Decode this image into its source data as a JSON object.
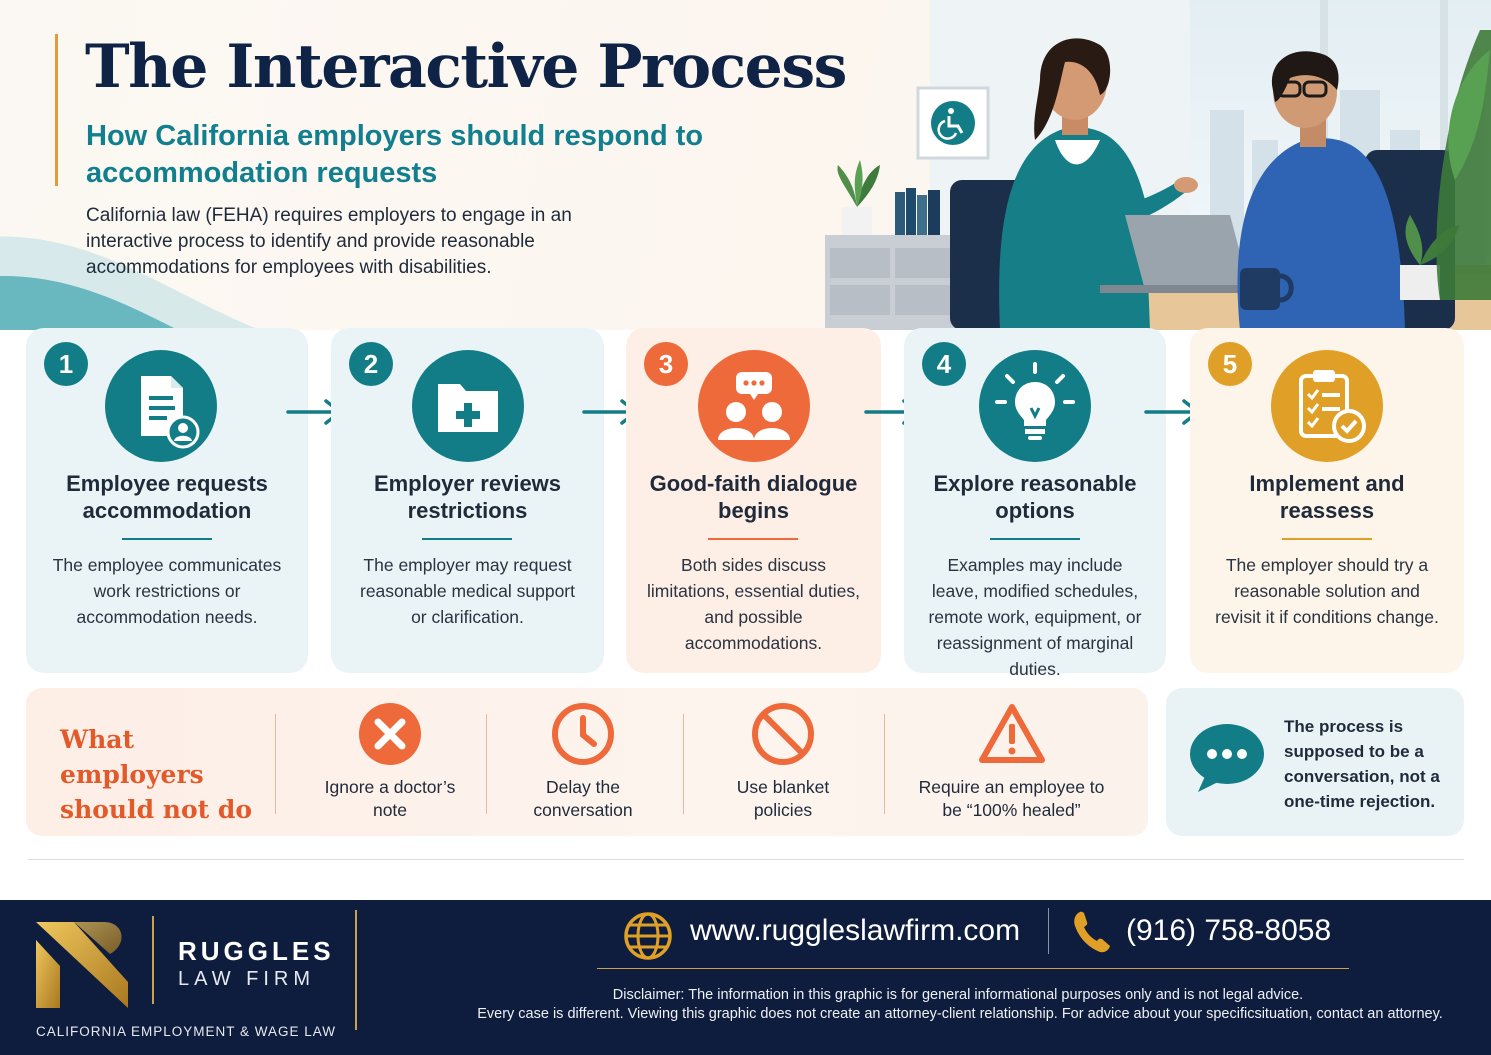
{
  "header": {
    "title": "The Interactive Process",
    "subtitle": "How California employers should respond to accommodation requests",
    "intro": "California law (FEHA) requires employers to engage in an interactive process to identify and provide reasonable accommodations for employees with disabilities."
  },
  "steps": [
    {
      "number": "1",
      "title": "Employee requests accommodation",
      "text": "The employee communicates work restrictions or accommodation needs.",
      "icon": "document-user-icon",
      "color": "#137d87"
    },
    {
      "number": "2",
      "title": "Employer reviews restrictions",
      "text": "The employer may request reasonable medical support or clarification.",
      "icon": "medical-folder-icon",
      "color": "#137d87"
    },
    {
      "number": "3",
      "title": "Good-faith dialogue begins",
      "text": "Both sides discuss limitations, essential duties, and possible accommodations.",
      "icon": "people-dialogue-icon",
      "color": "#ef6a3a"
    },
    {
      "number": "4",
      "title": "Explore reasonable options",
      "text": "Examples may include leave, modified schedules, remote work, equipment, or reassignment of marginal duties.",
      "icon": "lightbulb-icon",
      "color": "#137d87"
    },
    {
      "number": "5",
      "title": "Implement and reassess",
      "text": "The employer should try a reasonable solution and revisit it if conditions change.",
      "icon": "checklist-icon",
      "color": "#e0a028"
    }
  ],
  "dont": {
    "title": "What employers should not do",
    "items": [
      {
        "label": "Ignore a doctor’s note",
        "icon": "x-circle-icon"
      },
      {
        "label": "Delay the conversation",
        "icon": "clock-icon"
      },
      {
        "label": "Use blanket policies",
        "icon": "prohibited-icon"
      },
      {
        "label": "Require an employee to be “100% healed”",
        "icon": "warning-icon"
      }
    ]
  },
  "note": {
    "text": "The process is supposed to be a conversation, not a one-time rejection.",
    "icon": "chat-bubble-icon"
  },
  "footer": {
    "brand_name": "RUGGLES",
    "brand_sub": "LAW FIRM",
    "tagline": "CALIFORNIA EMPLOYMENT & WAGE LAW",
    "website": "www.ruggleslawfirm.com",
    "phone": "(916) 758-8058",
    "disclaimer_line1": "Disclaimer: The information in this graphic is for general informational purposes only and is not legal advice.",
    "disclaimer_line2": "Every case is different. Viewing this graphic does not create an attorney-client relationship. For advice about your specificsituation, contact an attorney."
  },
  "colors": {
    "navy": "#0f2346",
    "teal": "#127f8f",
    "orange": "#ef6a3a",
    "gold": "#e0a028",
    "footer": "#0e1d3d"
  }
}
